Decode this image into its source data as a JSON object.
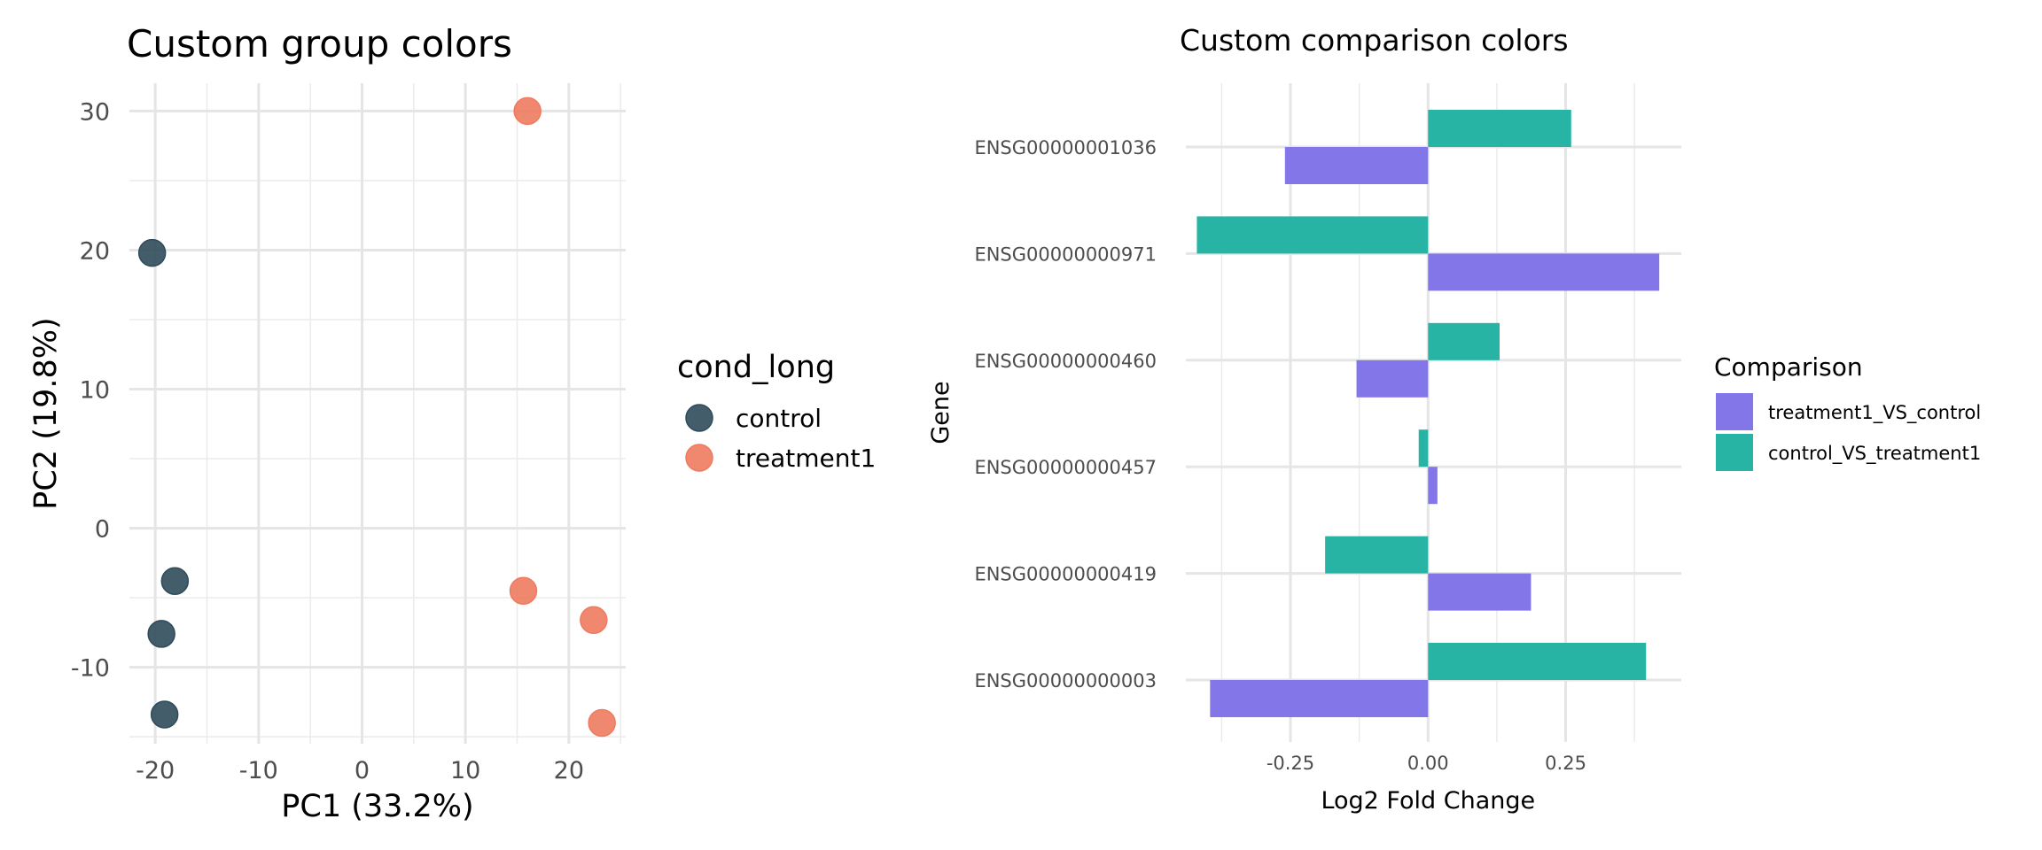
{
  "chart_data": [
    {
      "type": "scatter",
      "title": "Custom group colors",
      "xlabel": "PC1 (33.2%)",
      "ylabel": "PC2 (19.8%)",
      "xlim": [
        -22.5,
        25.5
      ],
      "ylim": [
        -15.5,
        32
      ],
      "xticks": [
        -20,
        -10,
        0,
        10,
        20
      ],
      "yticks": [
        -10,
        0,
        10,
        20,
        30
      ],
      "tick_labels_x": [
        "-20",
        "-10",
        "0",
        "10",
        "20"
      ],
      "tick_labels_y": [
        "-10",
        "0",
        "10",
        "20",
        "30"
      ],
      "grid": true,
      "legend": {
        "title": "cond_long",
        "placement": "right"
      },
      "series": [
        {
          "name": "control",
          "color": "#2F4B5A",
          "points": [
            {
              "x": -20.3,
              "y": 19.8
            },
            {
              "x": -18.1,
              "y": -3.8
            },
            {
              "x": -19.4,
              "y": -7.6
            },
            {
              "x": -19.1,
              "y": -13.4
            }
          ]
        },
        {
          "name": "treatment1",
          "color": "#EE7B5F",
          "points": [
            {
              "x": 16.0,
              "y": 30.0
            },
            {
              "x": 15.6,
              "y": -4.5
            },
            {
              "x": 22.4,
              "y": -6.6
            },
            {
              "x": 23.2,
              "y": -14.0
            }
          ]
        }
      ]
    },
    {
      "type": "bar",
      "orientation": "horizontal",
      "title": "Custom comparison colors",
      "xlabel": "Log2 Fold Change",
      "ylabel": "Gene",
      "xlim": [
        -0.44,
        0.46
      ],
      "xticks": [
        -0.25,
        0,
        0.25
      ],
      "tick_labels_x": [
        "-0.25",
        "0.00",
        "0.25"
      ],
      "grid": true,
      "categories": [
        "ENSG00000001036",
        "ENSG00000000971",
        "ENSG00000000460",
        "ENSG00000000457",
        "ENSG00000000419",
        "ENSG00000000003"
      ],
      "legend": {
        "title": "Comparison",
        "placement": "right"
      },
      "series": [
        {
          "name": "treatment1_VS_control",
          "color": "#8376E9",
          "values": [
            -0.26,
            0.42,
            -0.13,
            0.017,
            0.187,
            -0.396
          ]
        },
        {
          "name": "control_VS_treatment1",
          "color": "#27B4A4",
          "values": [
            0.26,
            -0.42,
            0.13,
            -0.017,
            -0.187,
            0.396
          ]
        }
      ]
    }
  ]
}
